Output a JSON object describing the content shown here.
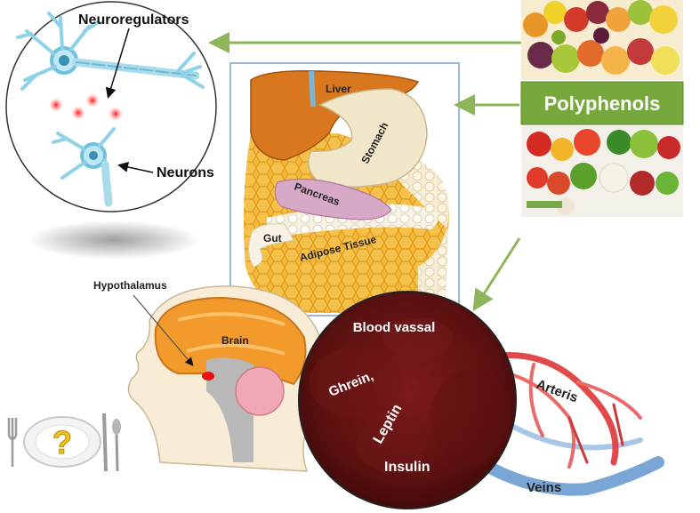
{
  "labels": {
    "neuroregulators": "Neuroregulators",
    "neurons": "Neurons",
    "polyphenols": "Polyphenols",
    "liver": "Liver",
    "stomach": "Stomach",
    "pancreas": "Pancreas",
    "gut": "Gut",
    "adipose": "Adipose Tissue",
    "hypothalamus": "Hypothalamus",
    "brain": "Brain",
    "blood_vessel": "Blood vassal",
    "ghrelin": "Ghrein,",
    "leptin": "Leptin",
    "insulin": "Insulin",
    "arteries": "Arteris",
    "veins": "Veins",
    "question": "?"
  },
  "colors": {
    "arrow_green": "#8db559",
    "polyphenols_box": "#77a83c",
    "blood_dark": "#5a1010",
    "artery_red": "#e04a4a",
    "vein_blue": "#7aa6d6",
    "liver": "#d9771f",
    "fat_yellow": "#f2b632",
    "pancreas_pink": "#d8a9c6",
    "brain_orange": "#f39a2c",
    "neuron_blue": "#8fd1e8"
  }
}
